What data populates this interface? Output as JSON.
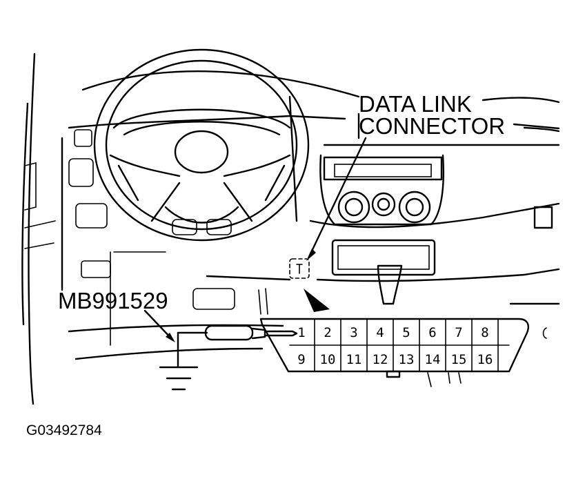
{
  "callouts": {
    "connector_line1": "DATA LINK",
    "connector_line2": "CONNECTOR",
    "tool": "MB991529"
  },
  "connector_pins": {
    "top_row": [
      "1",
      "2",
      "3",
      "4",
      "5",
      "6",
      "7",
      "8"
    ],
    "bottom_row": [
      "9",
      "10",
      "11",
      "12",
      "13",
      "14",
      "15",
      "16"
    ]
  },
  "figure_id": "G03492784"
}
